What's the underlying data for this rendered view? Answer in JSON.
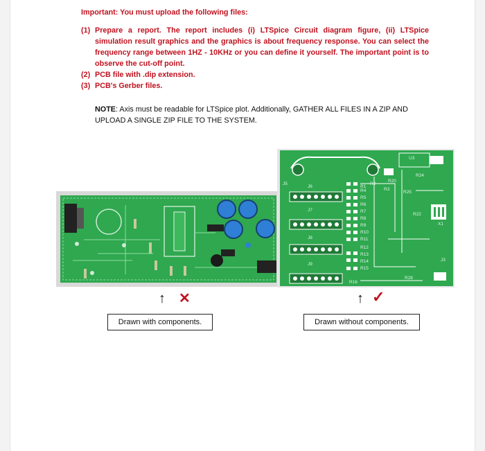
{
  "heading": "Important: You must upload the following files:",
  "items": [
    {
      "num": "(1)",
      "text": "Prepare a report. The report includes (i) LTSpice Circuit diagram figure, (ii) LTSpice simulation result graphics and the graphics is about frequency response. You can select the frequency range between 1HZ - 10KHz or you can define it yourself. The important point is to observe the cut-off point."
    },
    {
      "num": "(2)",
      "text": "PCB file with .dip extension."
    },
    {
      "num": "(3)",
      "text": "PCB's Gerber files."
    }
  ],
  "note": {
    "label": "NOTE",
    "text": ": Axis must be readable for LTSpice plot. Additionally, GATHER ALL FILES IN A ZIP AND UPLOAD A SINGLE ZIP FILE TO THE SYSTEM."
  },
  "figures": {
    "left": {
      "arrow": "↑",
      "mark": "✕",
      "caption": "Drawn with components."
    },
    "right": {
      "arrow": "↑",
      "mark": "✓",
      "caption": "Drawn without components.",
      "labels": [
        "U3",
        "J5",
        "J6",
        "J7",
        "J8",
        "J9",
        "R1",
        "R2",
        "R3",
        "R4",
        "R5",
        "R6",
        "R7",
        "R8",
        "R9",
        "R10",
        "R11",
        "R12",
        "R13",
        "R14",
        "R15",
        "R16",
        "R20",
        "R22",
        "R24",
        "R25",
        "R28",
        "X1",
        "J3"
      ]
    }
  },
  "colors": {
    "red": "#c0121f",
    "pcb_green": "#2fa84f",
    "pcb_dark": "#1f7a37",
    "cap_blue": "#2f7fd6"
  }
}
